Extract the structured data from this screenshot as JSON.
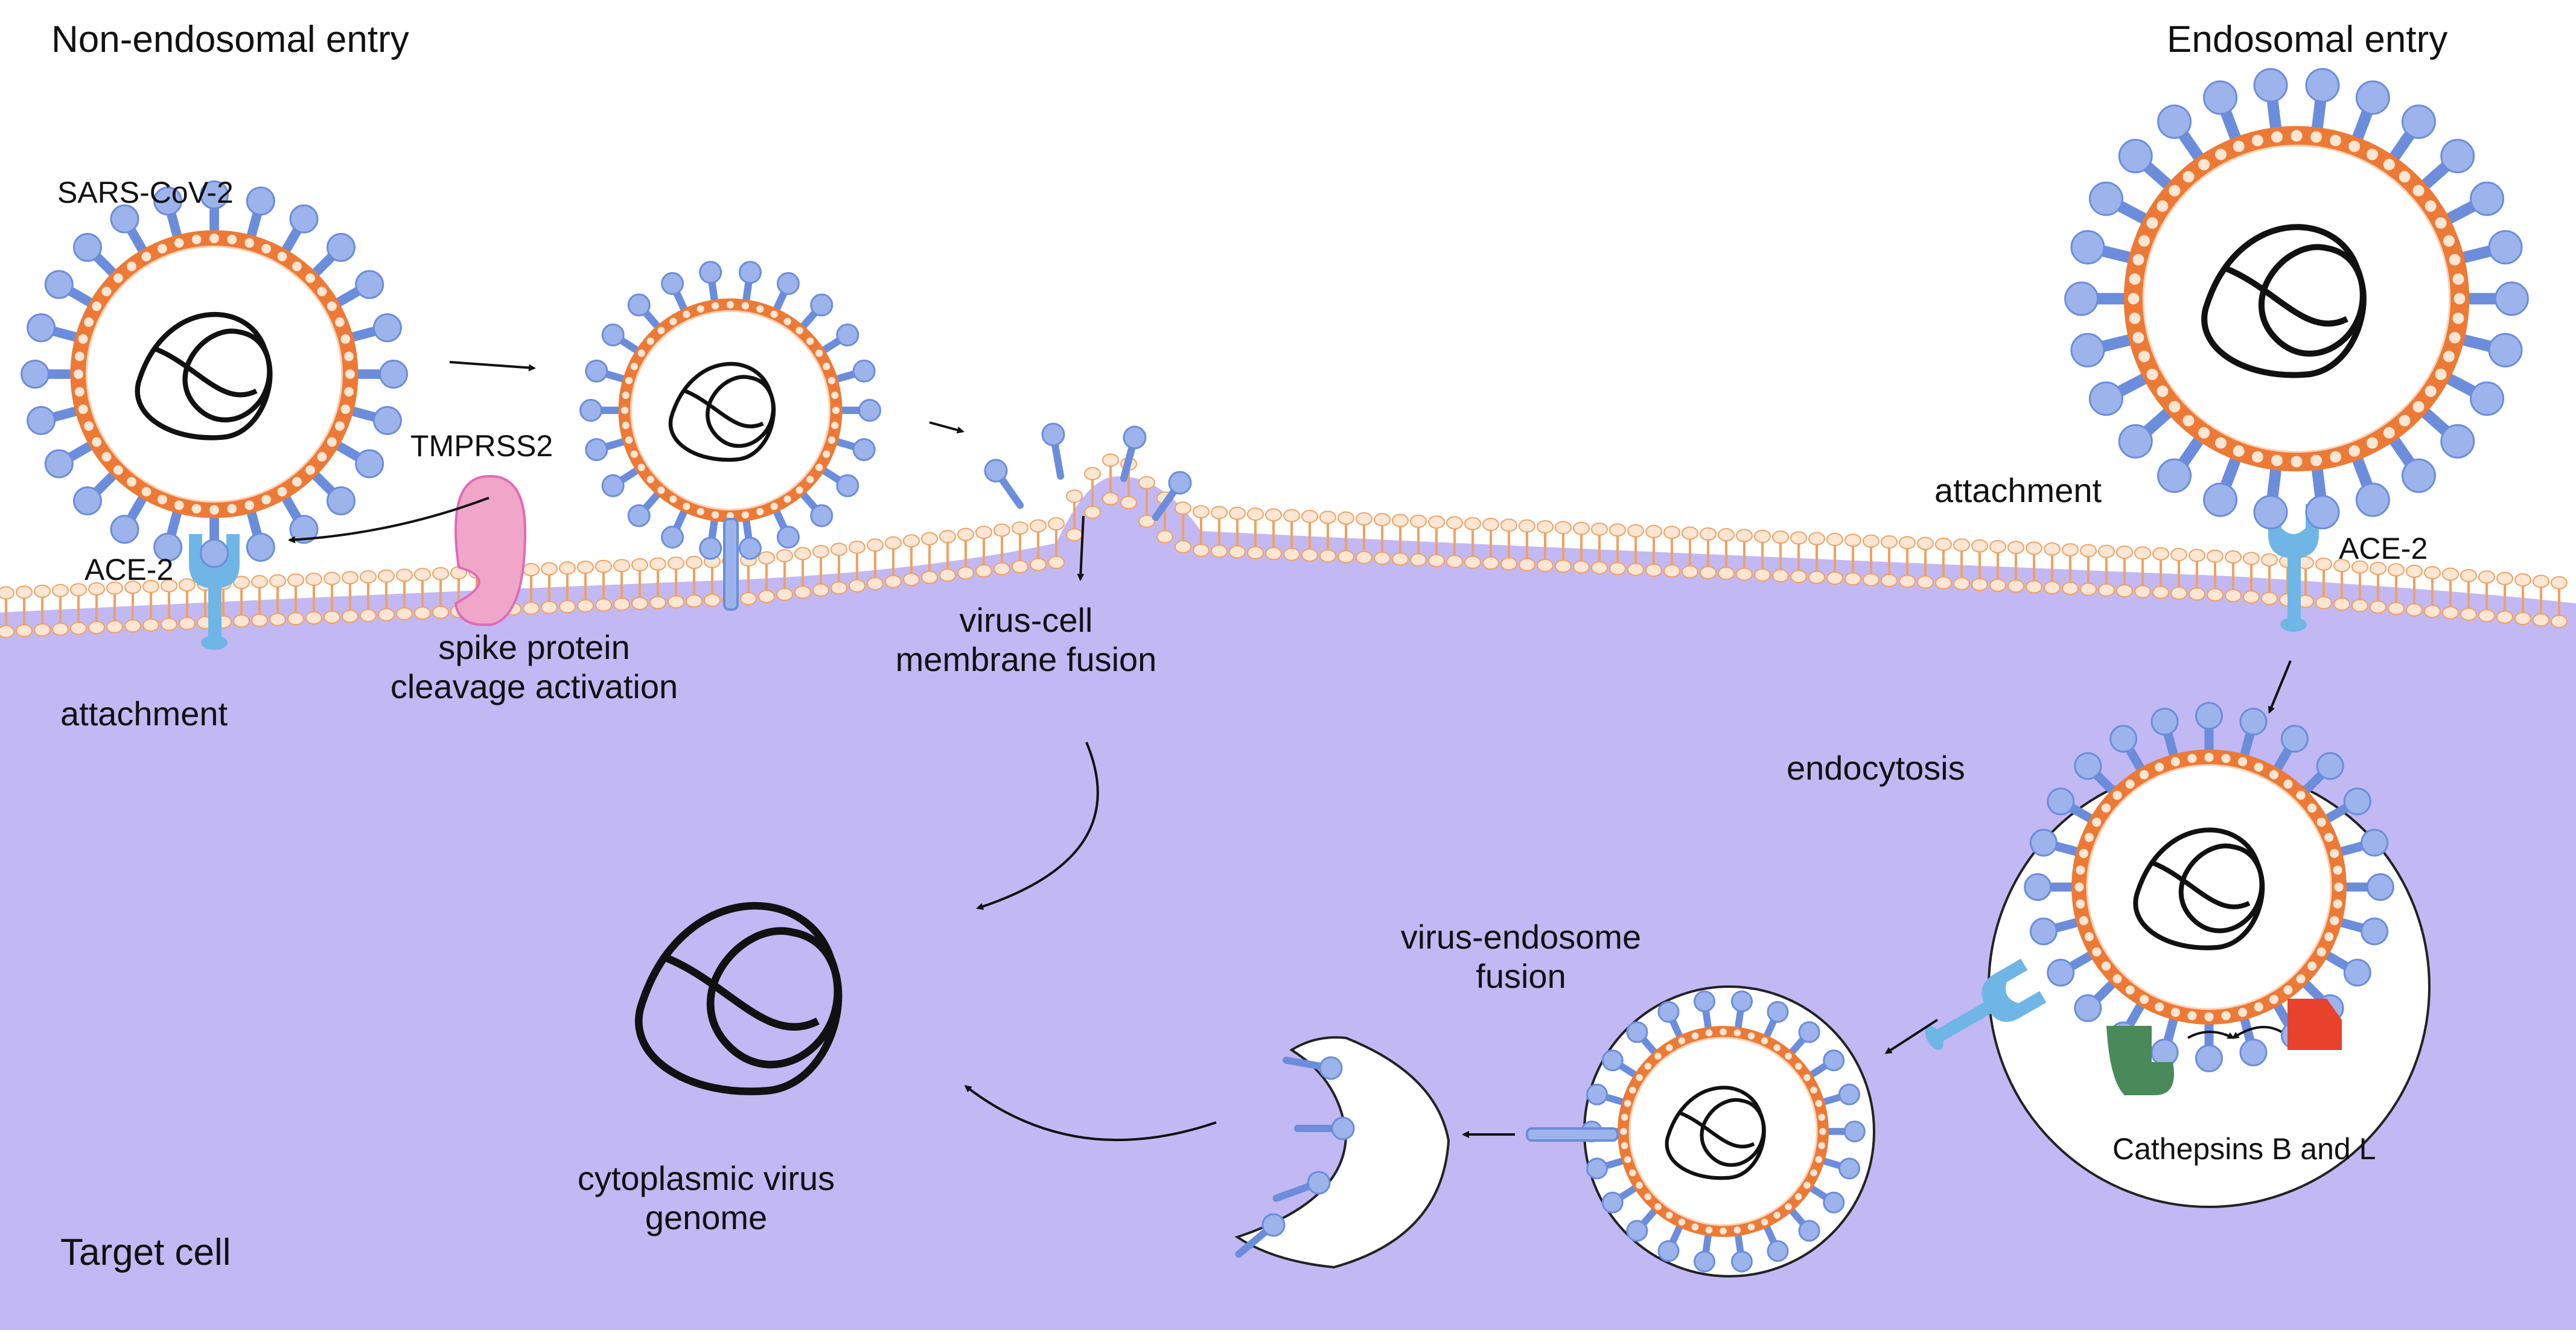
{
  "labels": {
    "non_endosomal_entry": "Non-endosomal entry",
    "endosomal_entry": "Endosomal entry",
    "sars_cov_2": "SARS-CoV-2",
    "tmprss2": "TMPRSS2",
    "ace2_left": "ACE-2",
    "ace2_right": "ACE-2",
    "attachment_left": "attachment",
    "attachment_right": "attachment",
    "spike_cleavage_line1": "spike protein",
    "spike_cleavage_line2": "cleavage activation",
    "membrane_fusion_line1": "virus-cell",
    "membrane_fusion_line2": "membrane fusion",
    "endocytosis": "endocytosis",
    "endosome_fusion_line1": "virus-endosome",
    "endosome_fusion_line2": "fusion",
    "cathepsins": "Cathepsins B and L",
    "cytoplasmic_genome_line1": "cytoplasmic virus",
    "cytoplasmic_genome_line2": "genome",
    "target_cell": "Target cell"
  },
  "colors": {
    "cytoplasm": "#c2b8f4",
    "lipid_head": "#fde6d3",
    "lipid_tail": "#f2a061",
    "viral_envelope": "#ec7a36",
    "spike": "#6b8ddb",
    "ace2": "#6fb6e6",
    "tmprss2": "#f0a6c8",
    "cathepsin_b": "#4a8a5a",
    "cathepsin_l": "#e8412c",
    "genome": "#111111"
  },
  "icons": [
    "virus-particle",
    "ace2-receptor",
    "tmprss2-protease",
    "rna-genome",
    "endosome-vesicle",
    "cathepsin-enzyme"
  ]
}
